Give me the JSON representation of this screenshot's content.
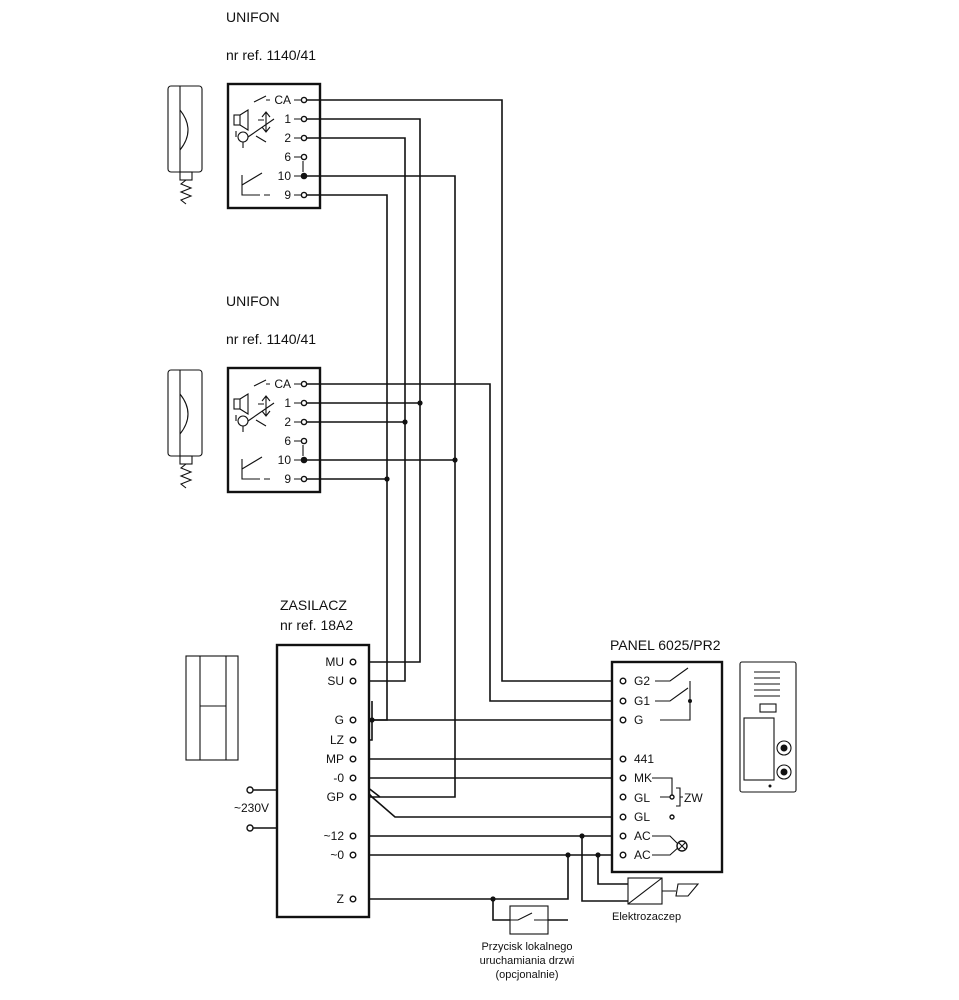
{
  "unifon1": {
    "title": "UNIFON",
    "ref": "nr ref. 1140/41",
    "terminals": [
      "CA",
      "1",
      "2",
      "6",
      "10",
      "9"
    ]
  },
  "unifon2": {
    "title": "UNIFON",
    "ref": "nr ref. 1140/41",
    "terminals": [
      "CA",
      "1",
      "2",
      "6",
      "10",
      "9"
    ]
  },
  "zasilacz": {
    "title": "ZASILACZ",
    "ref": "nr ref. 18A2",
    "terminals": [
      "MU",
      "SU",
      "G",
      "LZ",
      "MP",
      "-0",
      "GP",
      "~12",
      "~0",
      "Z"
    ],
    "mains": "~230V"
  },
  "panel": {
    "title": "PANEL 6025/PR2",
    "terminals": [
      "G2",
      "G1",
      "G",
      "441",
      "MK",
      "GL",
      "GL",
      "AC",
      "AC"
    ],
    "zw": "ZW"
  },
  "elektrozaczep": "Elektrozaczep",
  "przycisk": [
    "Przycisk lokalnego",
    "uruchamiania drzwi",
    "(opcjonalnie)"
  ]
}
